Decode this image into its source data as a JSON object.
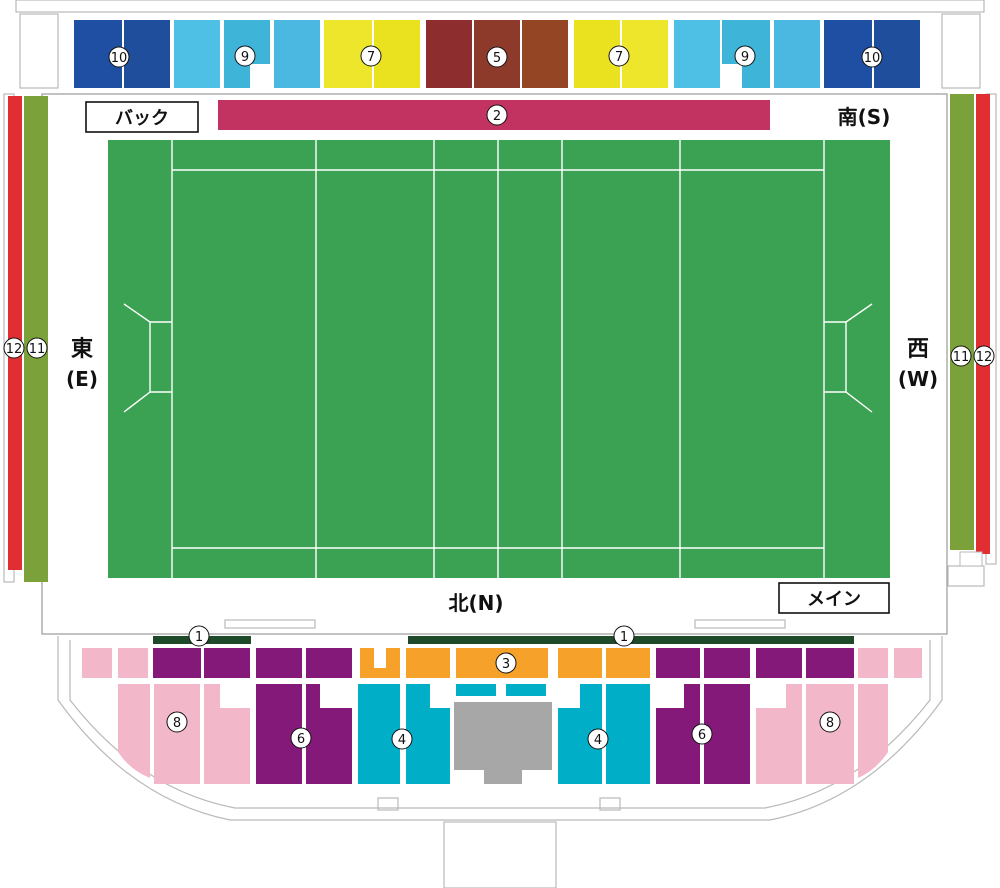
{
  "labels": {
    "back": "バック",
    "main": "メイン",
    "south": "南(S)",
    "north": "北(N)",
    "east_char": "東",
    "east_letter": "(E)",
    "west_char": "西",
    "west_letter": "(W)"
  },
  "section_numbers": {
    "s1": "1",
    "s2": "2",
    "s3": "3",
    "s4": "4",
    "s5": "5",
    "s6": "6",
    "s7": "7",
    "s8": "8",
    "s9": "9",
    "s10": "10",
    "s11": "11",
    "s12": "12"
  },
  "colors": {
    "s1": "#1f4a2a",
    "s2": "#c23362",
    "s3": "#f5a12a",
    "s4": "#00aec8",
    "s5": "#8e3a2a",
    "s6": "#84197a",
    "s7": "#eee62a",
    "s8": "#f2b7c8",
    "s9": "#4ec0e6",
    "s10": "#1f4fa3",
    "s11": "#7ba23a",
    "s12": "#e02e33",
    "pitch": "#3ba253",
    "stand_outline": "#b9b9b9",
    "press_box": "#a7a7a7"
  }
}
